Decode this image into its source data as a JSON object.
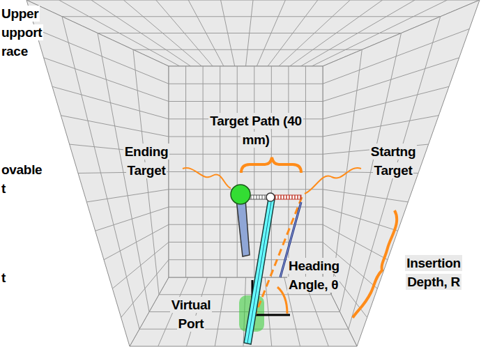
{
  "diagram": {
    "labels": [
      "Upper",
      "upport",
      "race",
      "ovable",
      "t",
      "t",
      "Ending Target",
      "Target Path (40 mm)",
      "Startng Target",
      "Heading Angle, θ",
      "Insertion Depth, R",
      "Virtual Port"
    ]
  }
}
